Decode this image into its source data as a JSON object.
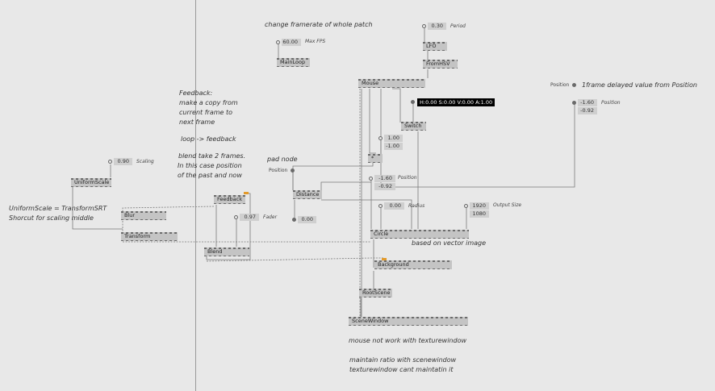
{
  "nodes": {
    "mainloop": "MainLoop",
    "lfo": "LFO",
    "fromhsv": "FromHSV",
    "mouse": "Mouse",
    "switch": "Switch",
    "uniformscale": "UniformScale",
    "blur": "Blur",
    "transform": "Transform",
    "feedback": "Feedback",
    "blend": "Blend",
    "multiply": "*",
    "distance": "Distance",
    "circle": "Circle",
    "background": "Background",
    "rootscene": "RootScene",
    "scenewindow": "SceneWindow"
  },
  "values": {
    "max_fps": "60.00",
    "period": "0.30",
    "scaling": "0.90",
    "fader": "0.97",
    "factor_1": "1.00",
    "factor_2": "-1.00",
    "position_1": "-1.60",
    "position_2": "-0.92",
    "right_position_1": "-1.60",
    "right_position_2": "-0.92",
    "distance_out": "0.00",
    "radius": "0.00",
    "output_w": "1920",
    "output_h": "1080",
    "color_tooltip": "H:0.00 S:0.00 V:0.00 A:1.00"
  },
  "labels": {
    "max_fps": "Max FPS",
    "period": "Period",
    "scaling": "Scaling",
    "fader": "Fader",
    "position": "Position",
    "radius": "Radius",
    "output_size": "Output Size",
    "pad_position": "Position",
    "right_position_left": "Position",
    "right_position": "Position"
  },
  "comments": {
    "framerate": "change framerate of whole patch",
    "feedback_1": "Feedback:",
    "feedback_2": "make a copy from",
    "feedback_3": "current frame to",
    "feedback_4": "next frame",
    "loop": "loop -> feedback",
    "blend_1": "blend take 2 frames.",
    "blend_2": "In this case position",
    "blend_3": "of the past and now",
    "pad_node": "pad node",
    "uniform_1": "UniformScale = TransformSRT",
    "uniform_2": "Shorcut for scaling middle",
    "vector": "based on vector image",
    "frame_delay": "1frame delayed value from Position",
    "mouse_note": "mouse not work with texturewindow",
    "ratio_1": "maintain ratio with scenewindow",
    "ratio_2": "texturewindow cant maintatin it"
  },
  "colors": {
    "background": "#e8e8e8",
    "node": "#c4c4c4",
    "link": "#7a7a7a",
    "highlight": "#e39a2a"
  }
}
